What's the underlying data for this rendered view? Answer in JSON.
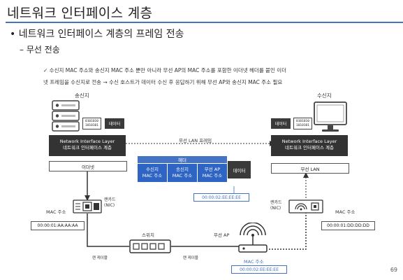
{
  "slide": {
    "title": "네트워크 인터페이스 계층",
    "bullet1": "• 네트워크 인터페이스 계층의 프레임 전송",
    "bullet2": "– 무선 전송",
    "note_line1": "✓ 수신지 MAC 주소와 송신지 MAC 주소 뿐만 아니라 무선 AP의 MAC 주소를 포함한 이더넷 헤더를 붙인 이더",
    "note_line2": "넷 프레임을 수신지로 전송 → 수신 호스트가 데이터 수신 후 응답하기 위해 무선 AP와 송신지 MAC 주소 필요",
    "page_number": "69"
  },
  "diagram": {
    "sender": {
      "label": "송신지",
      "binary": "0101010\n1010101",
      "data": "데이터",
      "nil_title": "Network Interface Layer",
      "nil_subtitle": "네트워크 인터페이스 계층",
      "link": "이더넷",
      "mac_label": "MAC 주소",
      "mac_value": "00:00:01:AA:AA:AA",
      "nic_label": "랜카드\n(NIC)"
    },
    "receiver": {
      "label": "수신지",
      "binary": "0101010\n1010101",
      "data": "데이터",
      "nil_title": "Network Interface Layer",
      "nil_subtitle": "네트워크 인터페이스 계층",
      "link": "무선 LAN",
      "mac_label": "MAC 주소",
      "mac_value": "00:00:01:DD:DD:DD",
      "nic_label": "랜카드\n(NIC)"
    },
    "frame": {
      "label": "무선 LAN 프레임",
      "header": "헤더",
      "dst_mac": "수신지\nMAC 주소",
      "src_mac": "송신지\nMAC 주소",
      "ap_mac": "무선 AP\nMAC 주소",
      "data": "데이터",
      "ap_mac_value": "00:00:02:EE:EE:EE"
    },
    "switch": {
      "label": "스위치"
    },
    "ap": {
      "label": "무선 AP",
      "mac_label": "MAC 주소",
      "mac_value": "00:00:02:EE:EE:EE"
    },
    "cable_left": "랜 케이블",
    "cable_right": "랜 케이블"
  }
}
